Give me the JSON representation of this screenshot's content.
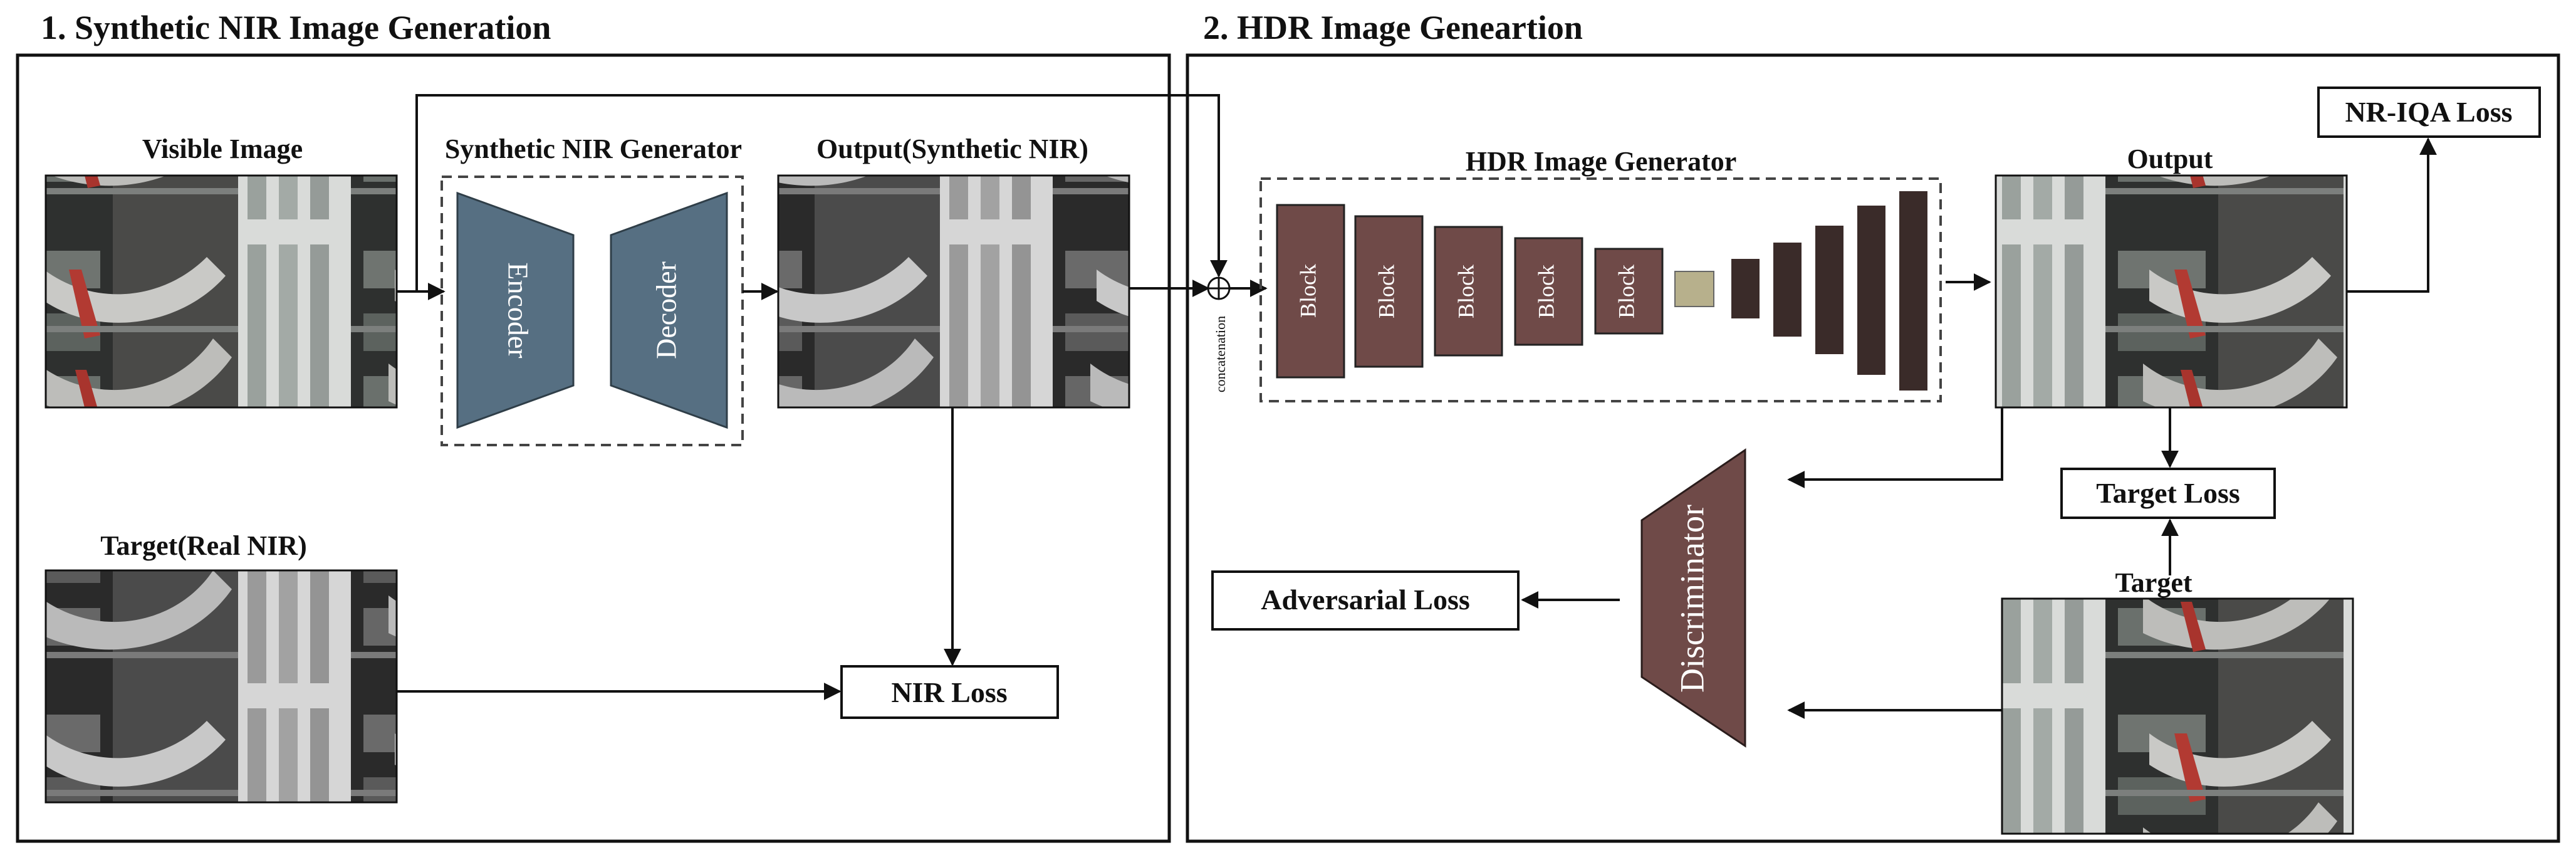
{
  "sections": {
    "section1_title": "1. Synthetic NIR Image Generation",
    "section2_title": "2. HDR Image Geneartion"
  },
  "labels": {
    "visible_image": "Visible Image",
    "synthetic_nir_generator": "Synthetic NIR Generator",
    "output_synthetic_nir": "Output(Synthetic NIR)",
    "target_real_nir": "Target(Real NIR)",
    "hdr_image_generator": "HDR Image Generator",
    "output": "Output",
    "target": "Target",
    "concatenation": "concatenation"
  },
  "modules": {
    "encoder": "Encoder",
    "decoder": "Decoder",
    "discriminator": "Discriminator",
    "blocks": [
      "Block",
      "Block",
      "Block",
      "Block",
      "Block"
    ]
  },
  "losses": {
    "nir_loss": "NIR Loss",
    "nr_iqa_loss": "NR-IQA Loss",
    "target_loss": "Target Loss",
    "adversarial_loss": "Adversarial Loss"
  },
  "colors": {
    "encoder_decoder_fill": "#566f82",
    "block_fill": "#6f4a48",
    "bottleneck_fill": "#b7b08c",
    "decoder_bar_fill": "#3a2b29",
    "discriminator_fill": "#6f4a48",
    "line": "#111111"
  }
}
